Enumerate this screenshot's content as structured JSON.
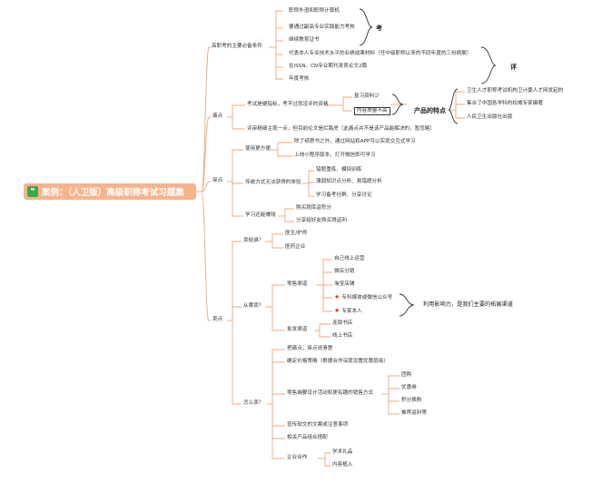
{
  "title": "案例：（人卫版）高级职称考试习题集",
  "branches": {
    "b1": {
      "label": "高职考的主要必备条件",
      "items": [
        "职称外语和职称计算机",
        "要通过副高专业实践能力考核",
        "继续教育证书",
        "代表本人专业技术水平的业绩成果材料（任中级职称以来的不同年度的三份病案）",
        "在ISSN、CN专业期刊发表论文2篇",
        "年度考核"
      ],
      "group_kao": "考",
      "group_ping": "评"
    },
    "b2": {
      "label": "痛点",
      "sub1": "考试是硬指标，考不过就没评的资格",
      "sub1_items": [
        "复习资料少",
        "内容质量不高"
      ],
      "product_label": "产品的特点",
      "product_items": [
        "卫生人才职称考试机构卫计委人才网发起的",
        "集合了中国各学科的权威专家编著",
        "人民卫生出版社出版"
      ],
      "sub2": "评审精细主观一点，但目前论文是拦路虎（此痛点并不是该产品能解决的，暂忽略）"
    },
    "b3": {
      "label": "痒点",
      "g1": "使用更方便",
      "g1_items": [
        "除了纸质书之外，通过网站和APP可以实现交互式学习",
        "上线小程序版本，打开微信即可学习"
      ],
      "g2": "传统方式无法获得的体验",
      "g2_items": [
        "错题重练、模拟训练",
        "薄弱知识点分析、易错题分析",
        "学习备考社群、分享讨论"
      ],
      "g3": "学习还能赚钱",
      "g3_items": [
        "购买题库返积分",
        "分享给好友购买得返利"
      ]
    },
    "b4": {
      "label": "卖点",
      "who": "卖给谁？",
      "who_items": [
        "医生/护师",
        "医药企业"
      ],
      "where": "从哪卖？",
      "where_c1": "零售渠道",
      "where_c1_items": [
        "自己线上运营",
        "微店分销",
        "淘宝店铺",
        "专科媒体或微信公众号",
        "专家本人"
      ],
      "where_note": "利用影响力，是我们主要的拓展渠道",
      "where_c2": "批发渠道",
      "where_c2_items": [
        "连锁书店",
        "线上书店"
      ],
      "how": "怎么卖？",
      "how_items_a": [
        "把痛点，痒点说清楚",
        "确定价格策略（根据合作深度设置优惠层级）"
      ],
      "how_c1": "零售端要设计活动和更有趣的销售方式",
      "how_c1_items": [
        "团购",
        "优惠券",
        "积分换购",
        "推荐返利等"
      ],
      "how_items_b": [
        "宣传软文的文案或注意事项",
        "相关产品组合搭配"
      ],
      "how_c2": "企业合作",
      "how_c2_items": [
        "学术礼品",
        "内容植入"
      ]
    }
  },
  "colors": {
    "line": "#f0a878",
    "root_bg": "#f6b48c",
    "quote_icon": "#3aa845",
    "star": "#e03030",
    "bracket": "#333333"
  }
}
